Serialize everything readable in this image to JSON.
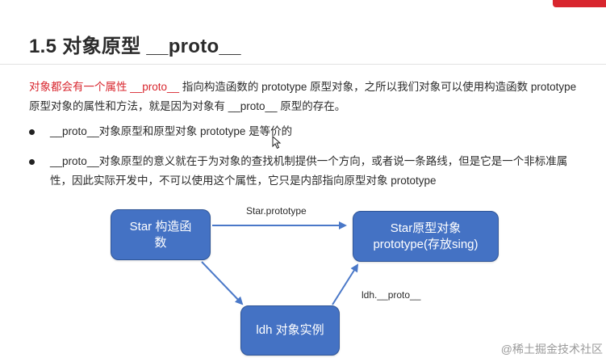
{
  "slide": {
    "title": "1.5 对象原型 __proto__",
    "intro_highlight": "对象都会有一个属性 __proto__",
    "intro_rest": " 指向构造函数的 prototype 原型对象，之所以我们对象可以使用构造函数 prototype 原型对象的属性和方法，就是因为对象有 __proto__ 原型的存在。",
    "bullets": [
      "__proto__对象原型和原型对象 prototype 是等价的",
      "__proto__对象原型的意义就在于为对象的查找机制提供一个方向，或者说一条路线，但是它是一个非标准属性，因此实际开发中，不可以使用这个属性，它只是内部指向原型对象 prototype"
    ]
  },
  "diagram": {
    "nodes": {
      "star_line1": "Star 构造函",
      "star_line2": "数",
      "proto_line1": "Star原型对象",
      "proto_line2": "prototype(存放sing)",
      "ldh": "ldh 对象实例"
    },
    "edges": {
      "star_to_proto": "Star.prototype",
      "ldh_to_proto": "ldh.__proto__"
    },
    "colors": {
      "node_fill": "#4472c4",
      "node_border": "#2f5597",
      "arrow": "#4a78c8"
    }
  },
  "watermark": "@稀土掘金技术社区"
}
